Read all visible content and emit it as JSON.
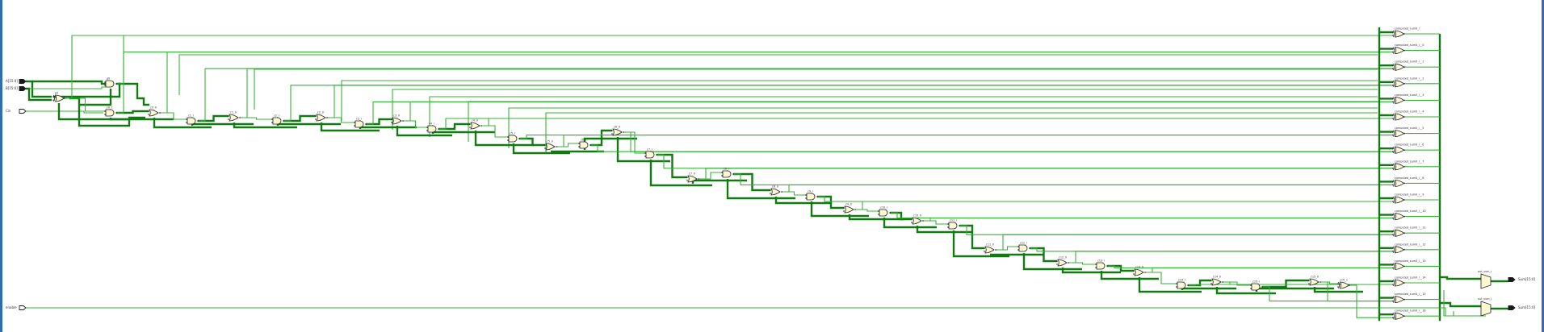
{
  "canvas": {
    "background": "#ffffff",
    "frame_color": "#2f6db8",
    "bus_color": "#137a13",
    "wire_color": "#35b335",
    "cell_fill": "#fdf7d3"
  },
  "input_ports": [
    {
      "label": "A[15:0]",
      "bus": true
    },
    {
      "label": "B[15:0]",
      "bus": true
    },
    {
      "label": "Cin",
      "bus": false
    },
    {
      "label": "enable",
      "bus": false
    }
  ],
  "output_ports": [
    {
      "label": "Sum[15:0]",
      "bus": true
    },
    {
      "label": "Sum[15:0]",
      "bus": true
    }
  ],
  "chain_cells": [
    {
      "label": "g0",
      "kind": "and"
    },
    {
      "label": "p0",
      "kind": "xor"
    },
    {
      "label": "c0_1",
      "kind": "and"
    },
    {
      "label": "c0_0",
      "kind": "or"
    },
    {
      "label": "c1_i",
      "kind": "and"
    },
    {
      "label": "c1_0",
      "kind": "or"
    },
    {
      "label": "c2_i",
      "kind": "and"
    },
    {
      "label": "c2_0",
      "kind": "or"
    },
    {
      "label": "c3_i",
      "kind": "and"
    },
    {
      "label": "c3_0",
      "kind": "or"
    },
    {
      "label": "c4_i",
      "kind": "and"
    },
    {
      "label": "c4_0",
      "kind": "or"
    },
    {
      "label": "c5_i",
      "kind": "and"
    },
    {
      "label": "c5_0",
      "kind": "or"
    },
    {
      "label": "c6_i",
      "kind": "and"
    },
    {
      "label": "c6_0",
      "kind": "or"
    },
    {
      "label": "c7_i",
      "kind": "and"
    },
    {
      "label": "c7_0",
      "kind": "or"
    },
    {
      "label": "c8_i",
      "kind": "and"
    },
    {
      "label": "c8_0",
      "kind": "or"
    },
    {
      "label": "c9_i",
      "kind": "and"
    },
    {
      "label": "c9_0",
      "kind": "or"
    },
    {
      "label": "c10_i",
      "kind": "and"
    },
    {
      "label": "c10_0",
      "kind": "or"
    },
    {
      "label": "c11_i",
      "kind": "and"
    },
    {
      "label": "c11_0",
      "kind": "or"
    },
    {
      "label": "c12_i",
      "kind": "and"
    },
    {
      "label": "c12_0",
      "kind": "or"
    },
    {
      "label": "c13_i",
      "kind": "and"
    },
    {
      "label": "c13_0",
      "kind": "or"
    },
    {
      "label": "c14_i",
      "kind": "and"
    },
    {
      "label": "c14_0",
      "kind": "or"
    },
    {
      "label": "c15_i",
      "kind": "and"
    },
    {
      "label": "c15_0",
      "kind": "or"
    },
    {
      "label": "c15_1",
      "kind": "xor"
    }
  ],
  "sum_cells": [
    "computed_sum0_i",
    "computed_sum0_i__0",
    "computed_sum0_i__1",
    "computed_sum0_i__2",
    "computed_sum0_i__3",
    "computed_sum0_i__4",
    "computed_sum0_i__5",
    "computed_sum0_i__6",
    "computed_sum0_i__7",
    "computed_sum0_i__8",
    "computed_sum0_i__9",
    "computed_sum0_i__10",
    "computed_sum0_i__11",
    "computed_sum0_i__12",
    "computed_sum0_i__13",
    "computed_sum0_i__14",
    "computed_sum0_i__15",
    "computed_sum0_i__16"
  ],
  "mux_cells": [
    {
      "label": "out_sum_i"
    },
    {
      "label": "out_sum_i"
    }
  ]
}
